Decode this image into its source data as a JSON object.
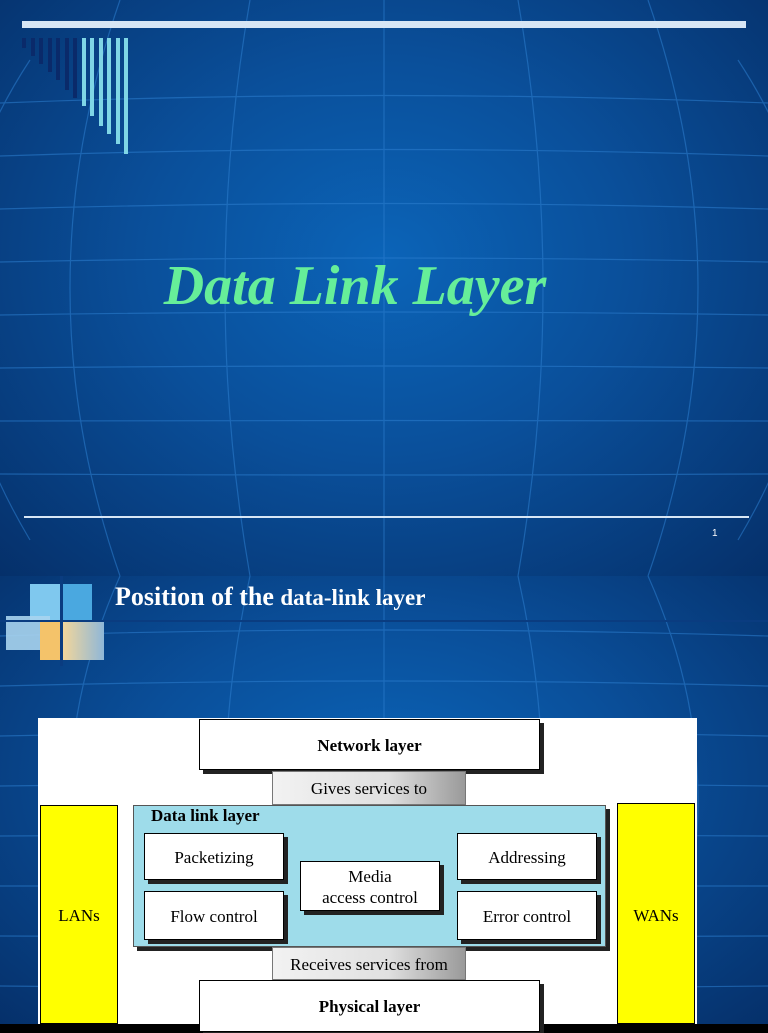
{
  "slide1": {
    "title": "Data Link Layer",
    "page_number": "1"
  },
  "slide2": {
    "title_part1": "Position of the ",
    "title_part2": "data-link layer"
  },
  "diagram": {
    "network_layer": "Network layer",
    "gives_services": "Gives services to",
    "dll_label": "Data link layer",
    "packetizing": "Packetizing",
    "addressing": "Addressing",
    "media_line1": "Media",
    "media_line2": "access control",
    "flow_control": "Flow control",
    "error_control": "Error control",
    "receives_services": "Receives services from",
    "physical_layer": "Physical layer",
    "lans": "LANs",
    "wans": "WANs"
  },
  "colors": {
    "title_green": "#66ee99",
    "background_blue": "#0a4f9a",
    "dll_fill": "#9edcea",
    "side_yellow": "#ffff00"
  }
}
